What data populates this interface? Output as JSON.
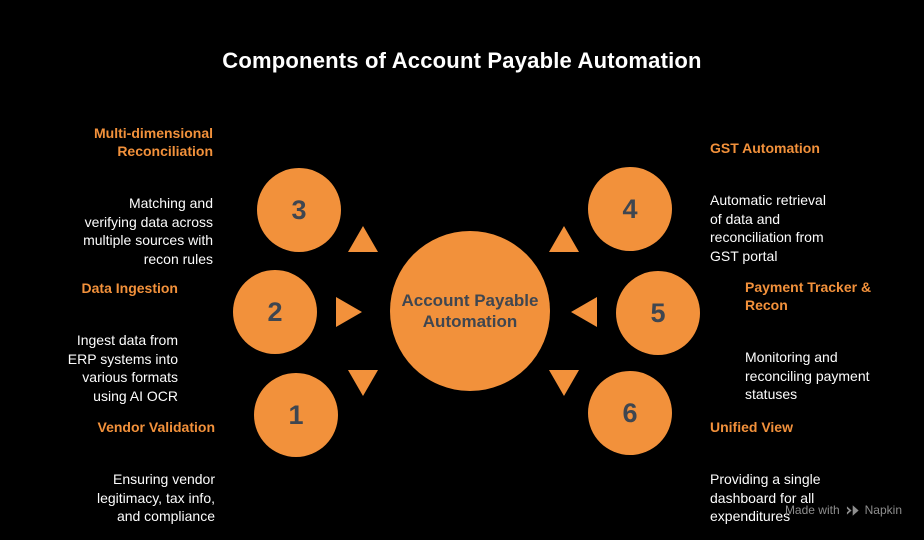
{
  "page": {
    "title": "Components of Account Payable Automation",
    "background_color": "#000000",
    "accent_color": "#F2913B",
    "body_text_color": "#FCFCFC",
    "circle_text_color": "#3F4650",
    "footer_text_color": "#8E8E8E"
  },
  "center_node": {
    "label": "Account Payable\nAutomation"
  },
  "nodes": [
    {
      "number": "1",
      "title": "Vendor Validation",
      "description": "Ensuring vendor\nlegitimacy, tax info,\nand compliance"
    },
    {
      "number": "2",
      "title": "Data Ingestion",
      "description": "Ingest data from\nERP systems into\nvarious formats\nusing AI OCR"
    },
    {
      "number": "3",
      "title": "Multi-dimensional\nReconciliation",
      "description": "Matching and\nverifying data across\nmultiple sources with\nrecon rules"
    },
    {
      "number": "4",
      "title": "GST Automation",
      "description": "Automatic retrieval\nof data and\nreconciliation from\nGST portal"
    },
    {
      "number": "5",
      "title": "Payment Tracker &\nRecon",
      "description": "Monitoring and\nreconciling payment\nstatuses"
    },
    {
      "number": "6",
      "title": "Unified View",
      "description": "Providing a single\ndashboard for all\nexpenditures"
    }
  ],
  "footer": {
    "made_with": "Made with",
    "brand": "Napkin"
  }
}
